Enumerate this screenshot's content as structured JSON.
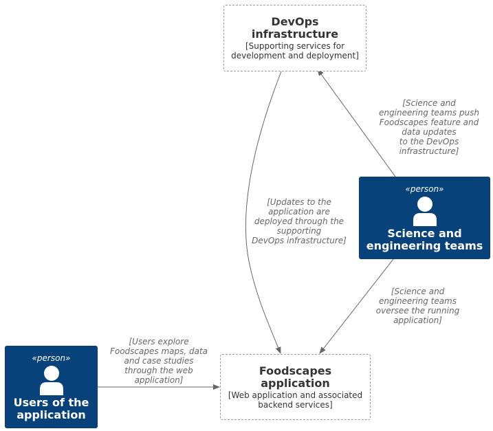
{
  "nodes": {
    "devops": {
      "title": "DevOps\ninfrastructure",
      "description": "[Supporting services for\ndevelopment and deployment]"
    },
    "foodscapes": {
      "title": "Foodscapes\napplication",
      "description": "[Web application and associated\nbackend services]"
    },
    "scientists": {
      "stereotype": "«person»",
      "icon": "person-icon",
      "title": "Science and\nengineering teams"
    },
    "users": {
      "stereotype": "«person»",
      "icon": "person-icon",
      "title": "Users of the\napplication"
    }
  },
  "relationships": {
    "scientists_to_devops": "[Science and\nengineering teams push\nFoodscapes feature and\ndata updates\nto the DevOps\ninfrastructure]",
    "devops_to_foodscapes": "[Updates to the\napplication are\ndeployed through the\nsupporting\nDevOps infrastructure]",
    "scientists_to_foodscapes": "[Science and\nengineering teams\noversee the running\napplication]",
    "users_to_foodscapes": "[Users explore\nFoodscapes maps, data\nand case studies\nthrough the web\napplication]"
  },
  "colors": {
    "person_fill": "#08427b",
    "system_border": "#9a9a9a",
    "text_dark": "#343434",
    "label_text": "#666666",
    "arrow": "#666666"
  }
}
